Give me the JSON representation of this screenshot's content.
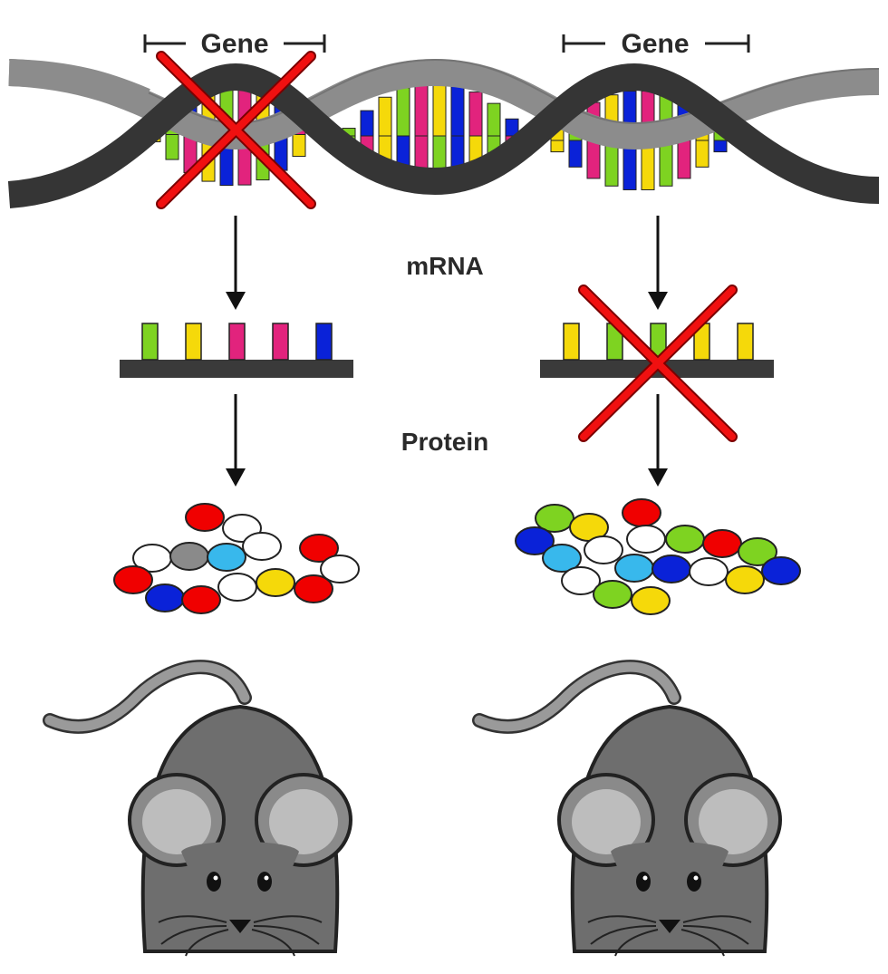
{
  "labels": {
    "gene_left": "Gene",
    "gene_right": "Gene",
    "mrna": "mRNA",
    "protein": "Protein"
  },
  "colors": {
    "green": "#7ed321",
    "yellow": "#f5d90a",
    "pink": "#e2237d",
    "blue": "#0a22d8",
    "red": "#f00000",
    "cyan": "#38b8ec",
    "white": "#ffffff",
    "gray": "#8a8a8a",
    "strand_dark": "#353535",
    "strand_light": "#8c8c8c",
    "cross": "#f01010",
    "mouse_body": "#6e6e6e",
    "mouse_ear_inner": "#bdbdbd"
  },
  "icons": {
    "knockout_gene_mark": "x-mark-icon",
    "knockout_mrna_mark": "x-mark-icon",
    "left_animal": "mouse-icon",
    "right_animal": "mouse-icon"
  },
  "left_mrna_bases": [
    "green",
    "yellow",
    "pink",
    "pink",
    "blue"
  ],
  "right_mrna_bases": [
    "yellow",
    "green",
    "green",
    "yellow",
    "yellow"
  ],
  "left_protein_beads": [
    "red",
    "white",
    "white",
    "gray",
    "cyan",
    "white",
    "red",
    "white",
    "red",
    "blue",
    "red",
    "white",
    "yellow",
    "red"
  ],
  "right_protein_beads": [
    "green",
    "yellow",
    "red",
    "blue",
    "white",
    "green",
    "red",
    "green",
    "cyan",
    "white",
    "cyan",
    "blue",
    "white",
    "yellow",
    "blue",
    "white",
    "green",
    "yellow"
  ]
}
